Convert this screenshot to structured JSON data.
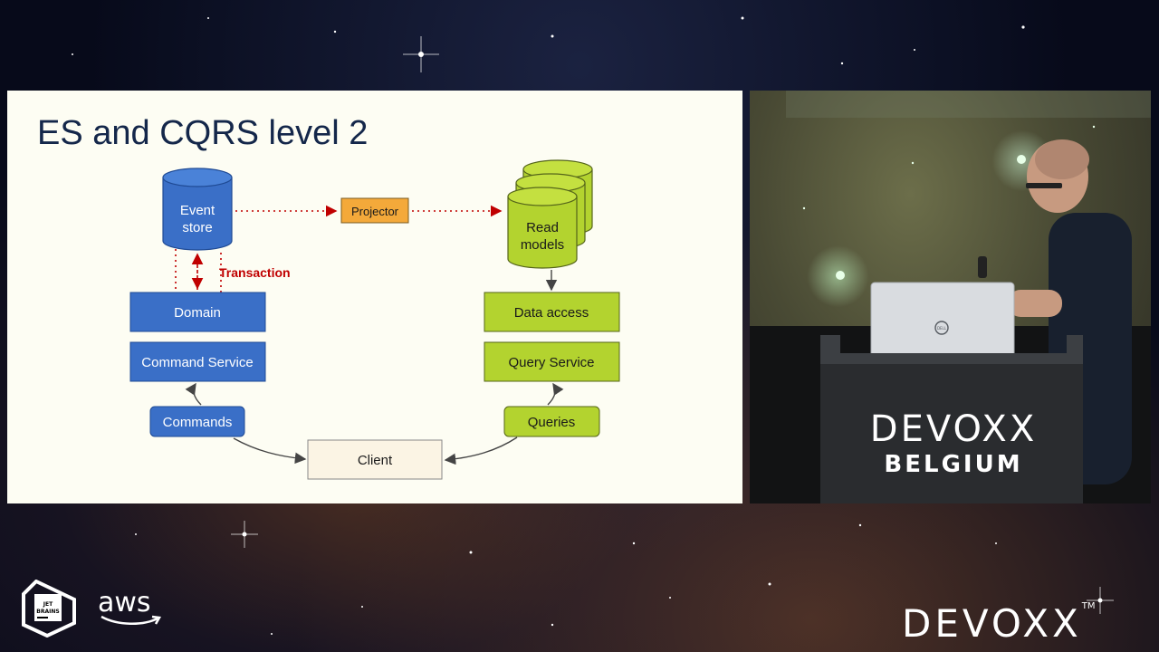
{
  "slide": {
    "title": "ES and CQRS level 2",
    "diagram": {
      "event_store": {
        "line1": "Event",
        "line2": "store"
      },
      "projector": "Projector",
      "read_models": {
        "line1": "Read",
        "line2": "models"
      },
      "transaction": "Transaction",
      "domain": "Domain",
      "command_service": "Command Service",
      "commands": "Commands",
      "client": "Client",
      "queries": "Queries",
      "query_service": "Query Service",
      "data_access": "Data access"
    }
  },
  "stage": {
    "podium_brand_line1": "DEVOXX",
    "podium_brand_line2": "BELGIUM",
    "laptop_logo": "DELL"
  },
  "sponsors": {
    "jetbrains_line1": "JET",
    "jetbrains_line2": "BRAINS",
    "aws": "aws"
  },
  "footer": {
    "brand": "DEVOXX",
    "trademark": "TM"
  },
  "colors": {
    "blue_box": "#3a6fc7",
    "green_box": "#b3d32f",
    "projector": "#f4a93a",
    "client": "#fbf4e4",
    "transaction_red": "#c00000",
    "title": "#14274a"
  }
}
